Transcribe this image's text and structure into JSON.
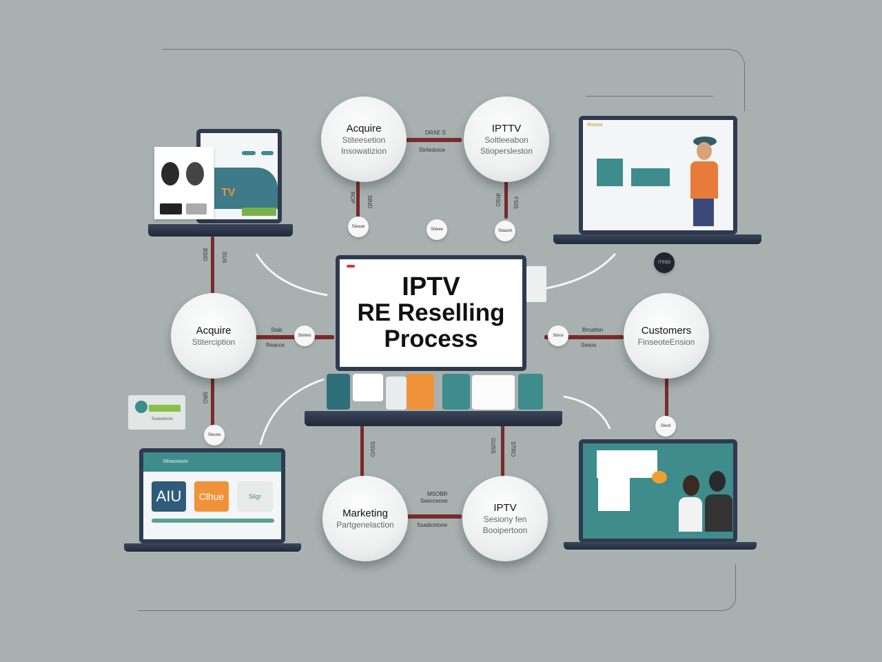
{
  "title": {
    "line1": "IPTV",
    "line2": "RE Reselling",
    "line3": "Process"
  },
  "nodes": [
    {
      "title": "Acquire",
      "sub1": "Stiteesetion",
      "sub2": "Insowatizion"
    },
    {
      "title": "IPTTV",
      "sub1": "Soltleeabon",
      "sub2": "Stiopersleston"
    },
    {
      "title": "Acquire",
      "sub1": "Stiterciption"
    },
    {
      "title": "Customers",
      "sub1": "FinseoteEnsion"
    },
    {
      "title": "Marketing",
      "sub1": "Partgenelaction"
    },
    {
      "title": "IPTV",
      "sub1": "Sesiony fen",
      "sub2": "Booipertoon"
    }
  ],
  "connector_labels": {
    "top_above": "DRAE S",
    "top_below": "Stritedoice",
    "left_above": "Stab",
    "left_below": "Reacos",
    "right_above": "Brnatten",
    "right_below": "Sesos",
    "bottom_above": "MSOBR",
    "bottom_sub": "Seecceose",
    "bottom_below": "Ssadicetone",
    "v1": "BSID",
    "v2": "SUS",
    "v3": "ROP",
    "v4": "SIND",
    "v5": "IRSO",
    "v6": "FSIS",
    "v7": "SRO",
    "v8": "SSVO",
    "v9": "GUSS",
    "v10": "STRO"
  },
  "dots": [
    "Sieaue",
    "Stiwee",
    "Staaset",
    "Stotwis",
    "Stoce",
    "Sieuse",
    "Siwol"
  ],
  "laptops": {
    "top_left_logo": "TV",
    "bottom_left_tile1": "AIU",
    "bottom_left_tile2": "Clhue",
    "bottom_left_tile3": "Sligr",
    "bottom_left_header": "Sthaastaxto",
    "top_right_header": "Ricexiv",
    "side_card": "Suavasicze",
    "badge": "ITSSO"
  },
  "colors": {
    "wire": "#7a2a2a",
    "teal": "#3e8c8c",
    "orange": "#f0923a",
    "navy": "#2f3a4f",
    "bg": "#a8b0b0"
  }
}
